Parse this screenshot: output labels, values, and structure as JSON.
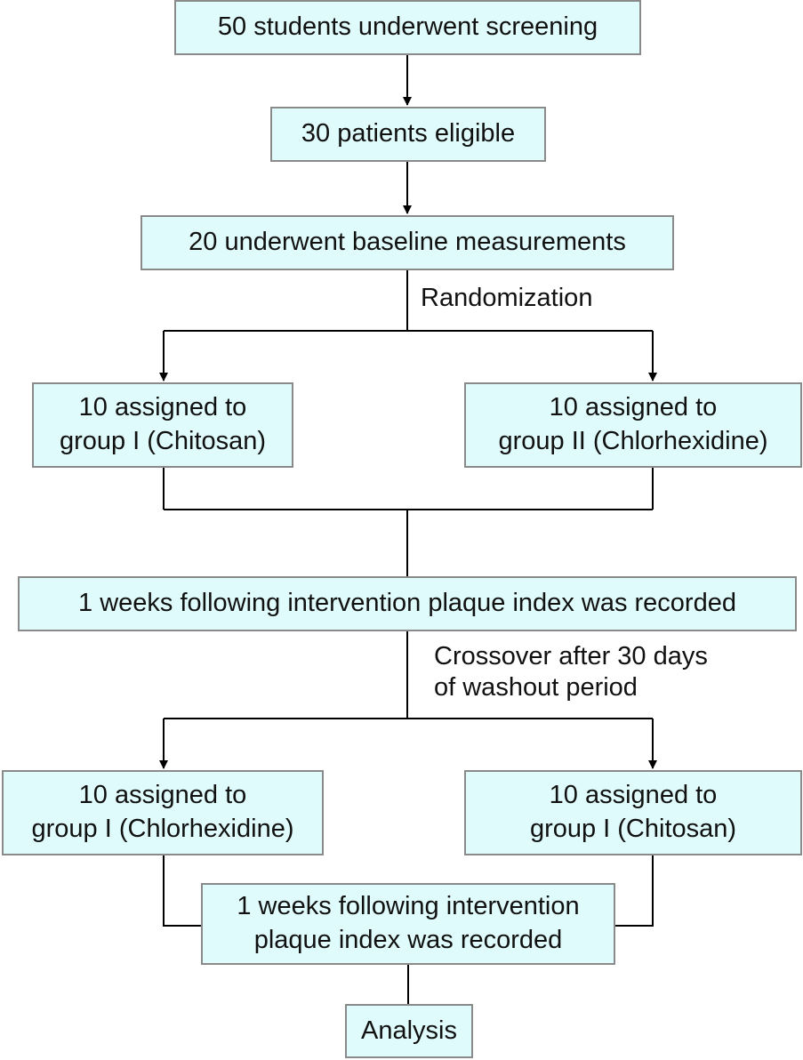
{
  "boxes": {
    "screening": [
      "50 students underwent screening"
    ],
    "eligible": [
      "30 patients eligible"
    ],
    "baseline": [
      "20 underwent baseline measurements"
    ],
    "group1_chitosan": [
      "10 assigned to",
      "group I (Chitosan)"
    ],
    "group2_chlorhexidine": [
      "10 assigned to",
      "group II (Chlorhexidine)"
    ],
    "followup1": [
      "1 weeks following intervention plaque index was recorded"
    ],
    "group1_chlorhexidine": [
      "10 assigned to",
      "group I (Chlorhexidine)"
    ],
    "group1_chitosan_b": [
      "10 assigned to",
      "group I (Chitosan)"
    ],
    "followup2": [
      "1 weeks following intervention",
      "plaque index was recorded"
    ],
    "analysis": [
      "Analysis"
    ]
  },
  "labels": {
    "randomization": [
      "Randomization"
    ],
    "crossover": [
      "Crossover after 30 days",
      "of washout period"
    ]
  },
  "colors": {
    "box_fill": "#e0fbfb",
    "box_border": "#8a8a8a",
    "connector": "#000000"
  }
}
